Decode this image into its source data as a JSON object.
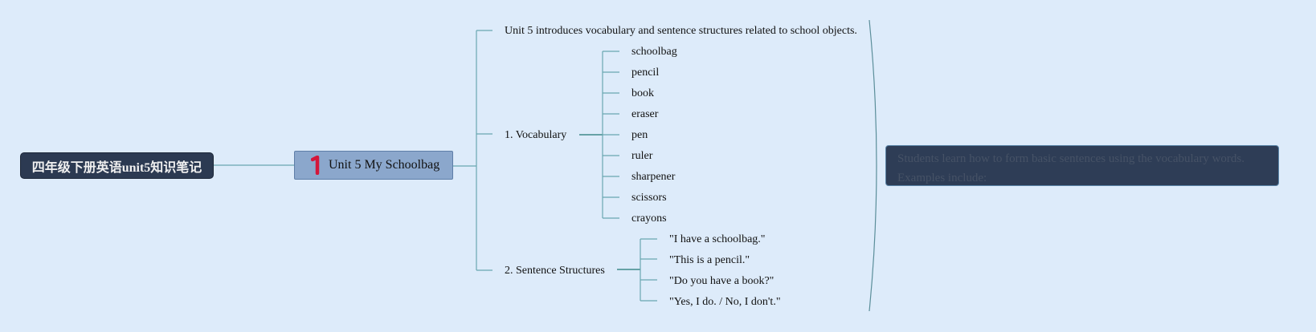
{
  "root": {
    "label": "四年级下册英语unit5知识笔记"
  },
  "main_topic": {
    "label": "Unit 5 My Schoolbag",
    "marker_icon": "number-1-marker-icon",
    "marker_color": "#d4173a"
  },
  "intro": {
    "text": "Unit 5 introduces vocabulary and sentence structures related to school objects."
  },
  "vocabulary": {
    "label": "1. Vocabulary",
    "items": [
      "schoolbag",
      "pencil",
      "book",
      "eraser",
      "pen",
      "ruler",
      "sharpener",
      "scissors",
      "crayons"
    ]
  },
  "sentences": {
    "label": "2. Sentence Structures",
    "items": [
      "\"I have a schoolbag.\"",
      "\"This is a pencil.\"",
      "\"Do you have a book?\"",
      "\"Yes, I do. / No, I don't.\""
    ]
  },
  "summary": {
    "line1": "Students learn how to form basic sentences using the vocabulary words.",
    "line2": "Examples include:"
  },
  "colors": {
    "background": "#ddebfa",
    "root_fill": "#2c3a52",
    "topic_fill": "#8ba7cc",
    "callout_fill": "#2e3d56",
    "connector": "#5b9aa6"
  }
}
